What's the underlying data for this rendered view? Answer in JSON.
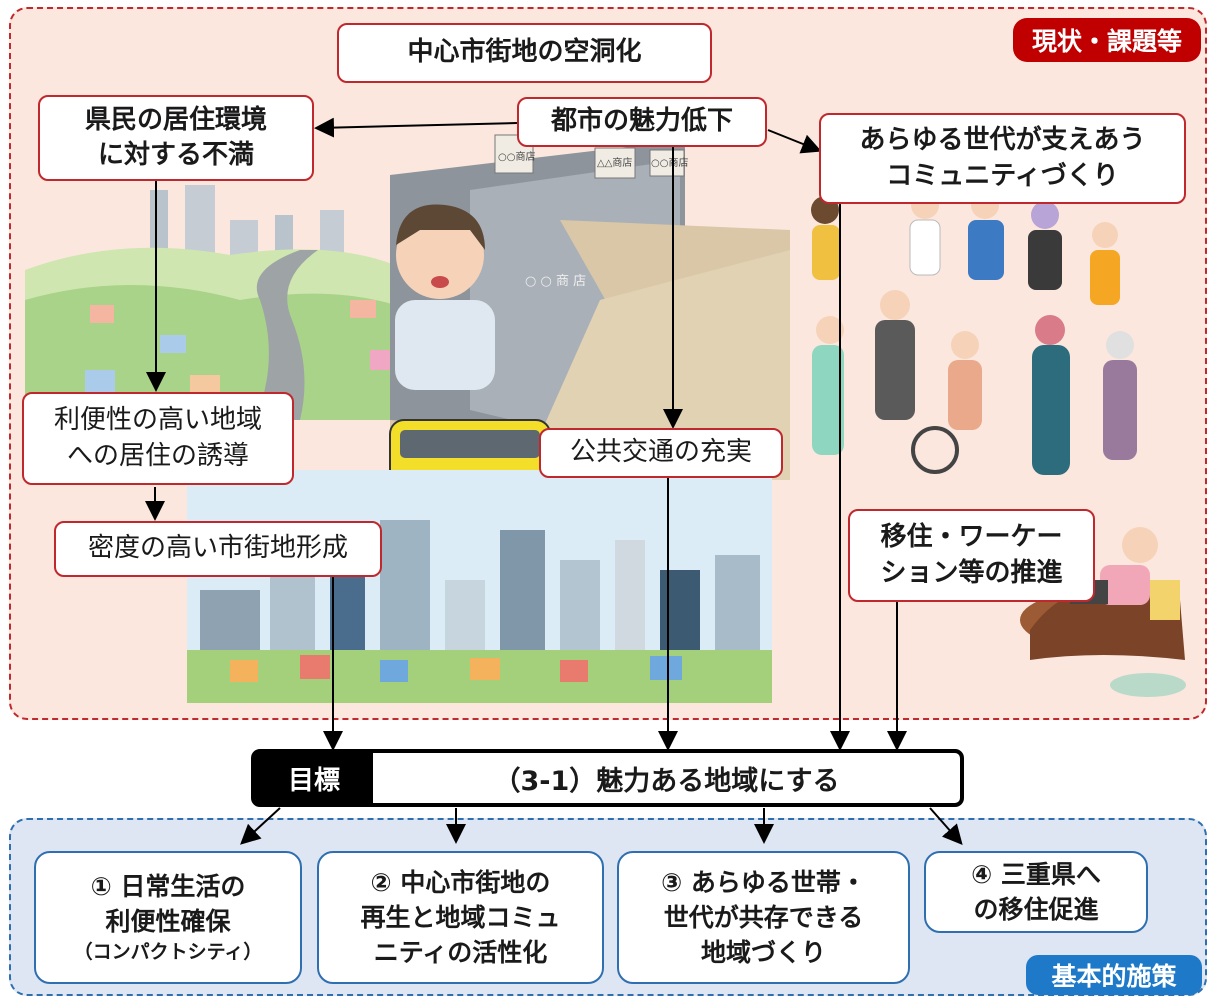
{
  "status_panel": {
    "tag": "現状・課題等",
    "boxes": {
      "hollowing": "中心市街地の空洞化",
      "dissatisfaction": "県民の居住環境\nに対する不満",
      "decline": "都市の魅力低下",
      "community": "あらゆる世代が支えあう\nコミュニティづくり",
      "guidance": "利便性の高い地域\nへの居住の誘導",
      "density": "密度の高い市街地形成",
      "transit": "公共交通の充実",
      "migration": "移住・ワーケー\nション等の推進"
    },
    "illustrations": {
      "shutter_street_signs": [
        "○○商店",
        "△△商店",
        "○○商店"
      ],
      "shutter_label": "○ ○ 商 店"
    }
  },
  "goal": {
    "tag": "目標",
    "text": "（3-1）魅力ある地域にする"
  },
  "policy_panel": {
    "tag": "基本的施策",
    "items": [
      {
        "title": "①  日常生活の\n利便性確保",
        "sub": "（コンパクトシティ）"
      },
      {
        "title": "②  中心市街地の\n再生と地域コミュ\nニティの活性化",
        "sub": ""
      },
      {
        "title": "③  あらゆる世帯・\n世代が共存できる\n地域づくり",
        "sub": ""
      },
      {
        "title": "④  三重県へ\nの移住促進",
        "sub": ""
      }
    ]
  },
  "colors": {
    "status_border": "#c0282d",
    "status_bg": "#fbe7de",
    "policy_border": "#2f6fb0",
    "policy_bg": "#dde6f2",
    "status_tag": "#c00000",
    "policy_tag": "#1e7ac8"
  }
}
